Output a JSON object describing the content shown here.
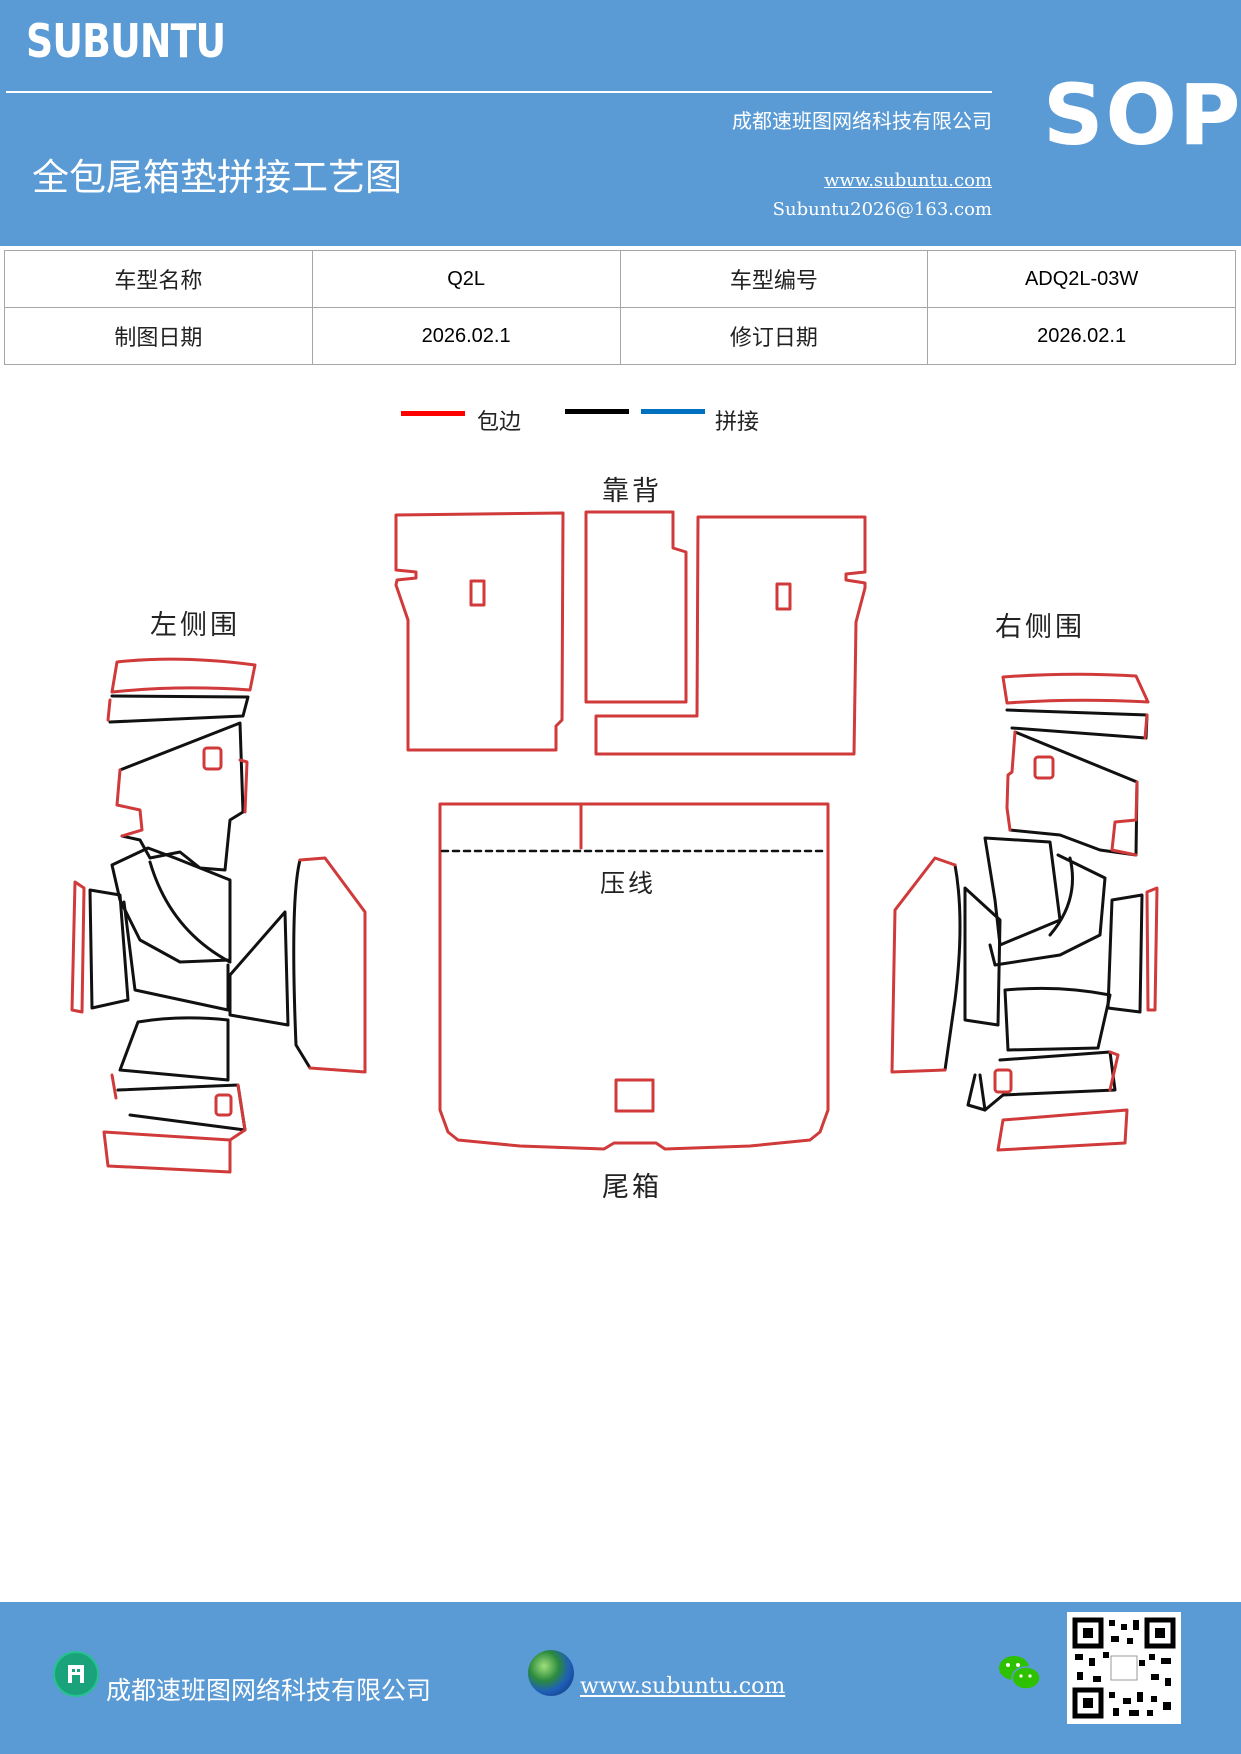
{
  "header": {
    "brand": "SUBUNTU",
    "sop": "SOP",
    "company": "成都速班图网络科技有限公司",
    "title": "全包尾箱垫拼接工艺图",
    "website": "www.subuntu.com",
    "email": "Subuntu2026@163.com"
  },
  "info_table": {
    "row1": {
      "label1": "车型名称",
      "value1": "Q2L",
      "label2": "车型编号",
      "value2": "ADQ2L-03W"
    },
    "row2": {
      "label1": "制图日期",
      "value1": "2026.02.1",
      "label2": "修订日期",
      "value2": "2026.02.1"
    }
  },
  "legend": {
    "items": [
      {
        "label": "包边",
        "color": "#ff0000"
      },
      {
        "label": "",
        "color": "#000000"
      },
      {
        "label": "拼接",
        "color": "#0070c0"
      }
    ]
  },
  "diagram": {
    "labels": {
      "backrest": "靠背",
      "left_side": "左侧围",
      "right_side": "右侧围",
      "crease": "压线",
      "trunk": "尾箱"
    },
    "colors": {
      "edge": "#d03a3a",
      "seam": "#111111"
    }
  },
  "footer": {
    "company": "成都速班图网络科技有限公司",
    "website": "www.subuntu.com",
    "icons": [
      "building-icon",
      "globe-icon",
      "wechat-icon",
      "qr-code"
    ]
  }
}
